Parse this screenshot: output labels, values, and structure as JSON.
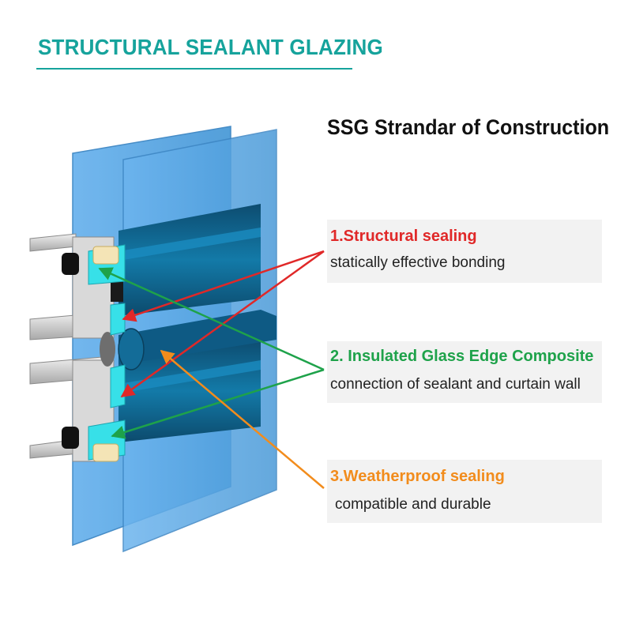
{
  "header": {
    "title": "STRUCTURAL SEALANT GLAZING",
    "subtitle": "SSG Strandar of Construction"
  },
  "callouts": [
    {
      "heading": "1.Structural sealing",
      "description": "statically effective bonding",
      "color": "#e02828"
    },
    {
      "heading": "2. Insulated Glass Edge Composite",
      "description": "connection of sealant and curtain wall",
      "color": "#1ea24a"
    },
    {
      "heading": "3.Weatherproof sealing",
      "description": "compatible and durable",
      "color": "#f28c1c"
    }
  ],
  "colors": {
    "title": "#16a39c",
    "glass": "#5aa8e6",
    "mullion": "#0f5f8c",
    "aluminum": "#c8c8c8",
    "sealant_black": "#111111",
    "spacer": "#37e0e8",
    "backer_rod": "#6e6e6e"
  }
}
